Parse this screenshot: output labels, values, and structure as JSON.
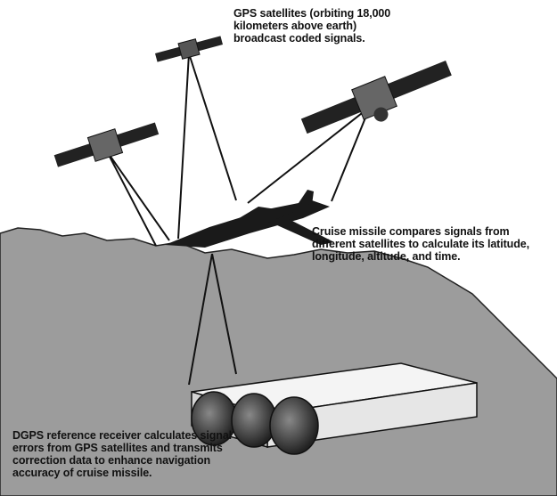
{
  "captions": {
    "gps": [
      "GPS satellites (orbiting 18,000",
      "kilometers above earth)",
      "broadcast coded signals."
    ],
    "missile": [
      "Cruise missile compares signals from",
      "different satellites to calculate its latitude,",
      "longitude, altitude, and time."
    ],
    "dgps": [
      "DGPS reference receiver calculates signal",
      "errors from GPS satellites and transmits",
      "correction data to enhance navigation",
      "accuracy of cruise missile."
    ]
  },
  "colors": {
    "terrain": "#9a9a9a",
    "ink": "#111111",
    "box": "#f4f4f4"
  }
}
